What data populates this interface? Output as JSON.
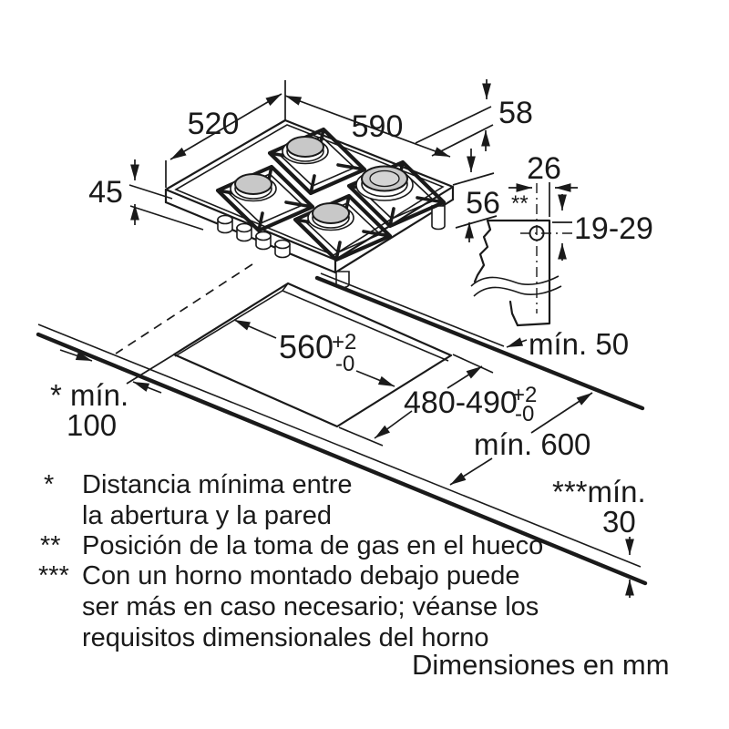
{
  "labels": {
    "d520": "520",
    "d590": "590",
    "d58": "58",
    "d45": "45",
    "d56": "56",
    "d26": "26",
    "gas_marker": "**",
    "d19_29": "19-29",
    "w560": "560",
    "w560_sup": "+2",
    "w560_sub": "-0",
    "d480": "480-490",
    "d480_sup": "+2",
    "d480_sub": "-0",
    "min50": "mín. 50",
    "min600": "mín. 600",
    "min100_l1": "* mín.",
    "min100_l2": "100",
    "min30_l1": "***mín.",
    "min30_l2": "30"
  },
  "footnotes": [
    {
      "marker": "*",
      "lines": [
        "Distancia mínima entre",
        "la abertura y la pared"
      ]
    },
    {
      "marker": "**",
      "lines": [
        "Posición de la toma de gas en el hueco"
      ]
    },
    {
      "marker": "***",
      "lines": [
        "Con un horno montado debajo puede",
        "ser más en caso necesario; véanse los",
        "requisitos dimensionales del horno"
      ]
    }
  ],
  "units_note": "Dimensiones en mm",
  "colors": {
    "line": "#1a1a1a",
    "burner_cap": "#c8c8c8"
  }
}
